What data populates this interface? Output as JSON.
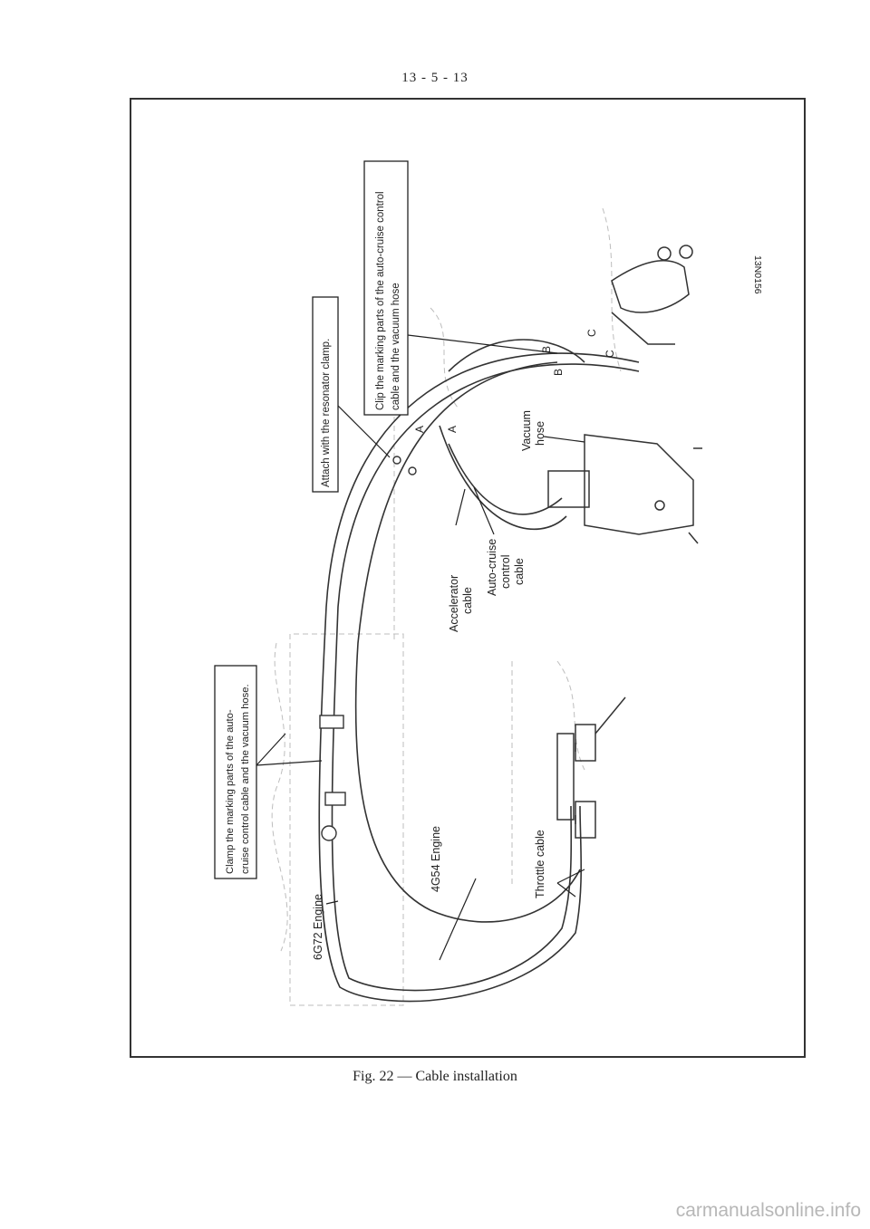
{
  "page": {
    "number": "13 - 5 - 13",
    "caption": "Fig. 22 — Cable installation",
    "watermark": "carmanualsonline.info"
  },
  "diagram": {
    "drawing_code": "13N0156",
    "callouts": {
      "clip": [
        "Clip the marking parts of the auto-cruise control",
        "cable and the vacuum hose"
      ],
      "attach": "Attach with the resonator clamp.",
      "clamp": [
        "Clamp the marking parts of the auto-",
        "cruise control cable and the vacuum hose."
      ]
    },
    "labels": {
      "vacuum_hose": [
        "Vacuum",
        "hose"
      ],
      "auto_cruise_cable": [
        "Auto-cruise",
        "control",
        "cable"
      ],
      "accelerator_cable": [
        "Accelerator",
        "cable"
      ],
      "engine_4g54": "4G54 Engine",
      "engine_6g72": "6G72 Engine",
      "throttle_cable": "Throttle cable"
    },
    "markers": {
      "a": "A",
      "b": "B",
      "c": "C"
    }
  }
}
